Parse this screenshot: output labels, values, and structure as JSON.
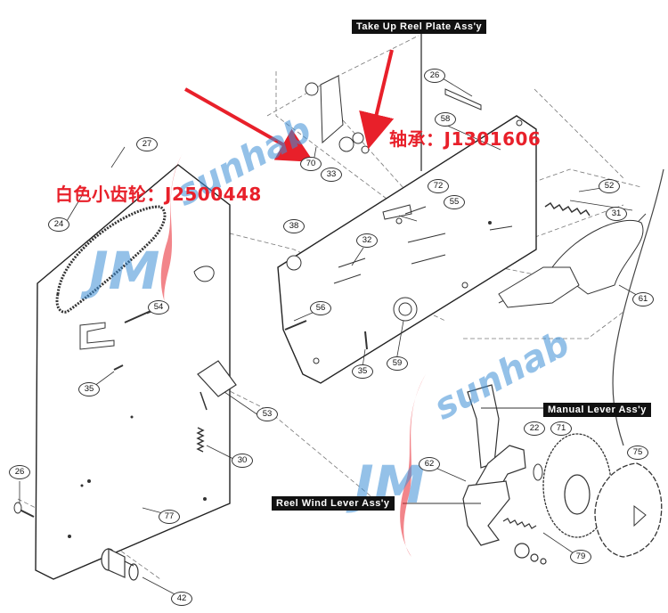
{
  "titles": {
    "take_up": "Take Up Reel Plate Ass'y",
    "manual_lever": "Manual Lever Ass'y",
    "reel_wind": "Reel Wind Lever Ass'y"
  },
  "annotations": {
    "bearing": "轴承：J1301606",
    "white_gear": "白色小齿轮：J2500448",
    "arrow_color": "#e8202a"
  },
  "watermark": {
    "brand": "JM",
    "word": "sunhab",
    "color": "#3d8fd6"
  },
  "part_numbers": [
    "26",
    "58",
    "70",
    "33",
    "27",
    "24",
    "72",
    "55",
    "52",
    "31",
    "38",
    "32",
    "61",
    "54",
    "56",
    "59",
    "35",
    "35",
    "53",
    "22",
    "71",
    "75",
    "62",
    "30",
    "26",
    "77",
    "79",
    "42"
  ]
}
